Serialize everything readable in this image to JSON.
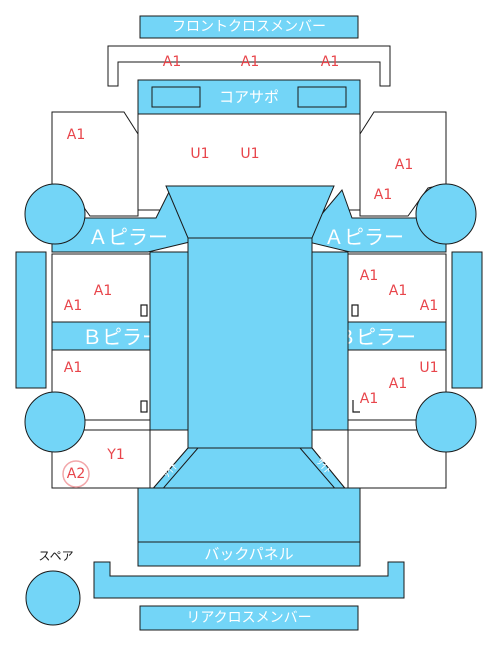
{
  "labels": {
    "front_cross_member": "フロントクロスメンバー",
    "core_support": "コアサポ",
    "a_pillar_left": "Ａピラー",
    "a_pillar_right": "Ａピラー",
    "b_pillar_left": "Ｂピラー",
    "b_pillar_right": "Ｂピラー",
    "back_panel": "バックパネル",
    "rear_cross_member": "リアクロスメンバー",
    "spare": "スペア",
    "side_left": "ｻｲﾄﾞ",
    "side_right": "ｻｲﾄﾞ"
  },
  "codes": {
    "front_cross_1": "A1",
    "front_cross_2": "A1",
    "front_cross_3": "A1",
    "left_fender": "A1",
    "core_1": "U1",
    "core_2": "U1",
    "right_fender_1": "A1",
    "right_fender_2": "A1",
    "front_left_door_1": "A1",
    "front_left_door_2": "A1",
    "front_right_door_1": "A1",
    "front_right_door_2": "A1",
    "front_right_door_3": "A1",
    "rear_left_door": "A1",
    "rear_right_door_1": "U1",
    "rear_right_door_2": "A1",
    "rear_right_door_3": "A1",
    "rear_left_quarter": "Y1",
    "circled": "A2"
  },
  "colors": {
    "part_fill": "#73d5f7",
    "outline": "#1a1a1a",
    "code_text": "#e8454b",
    "circle_mark": "#f2a7aa"
  }
}
